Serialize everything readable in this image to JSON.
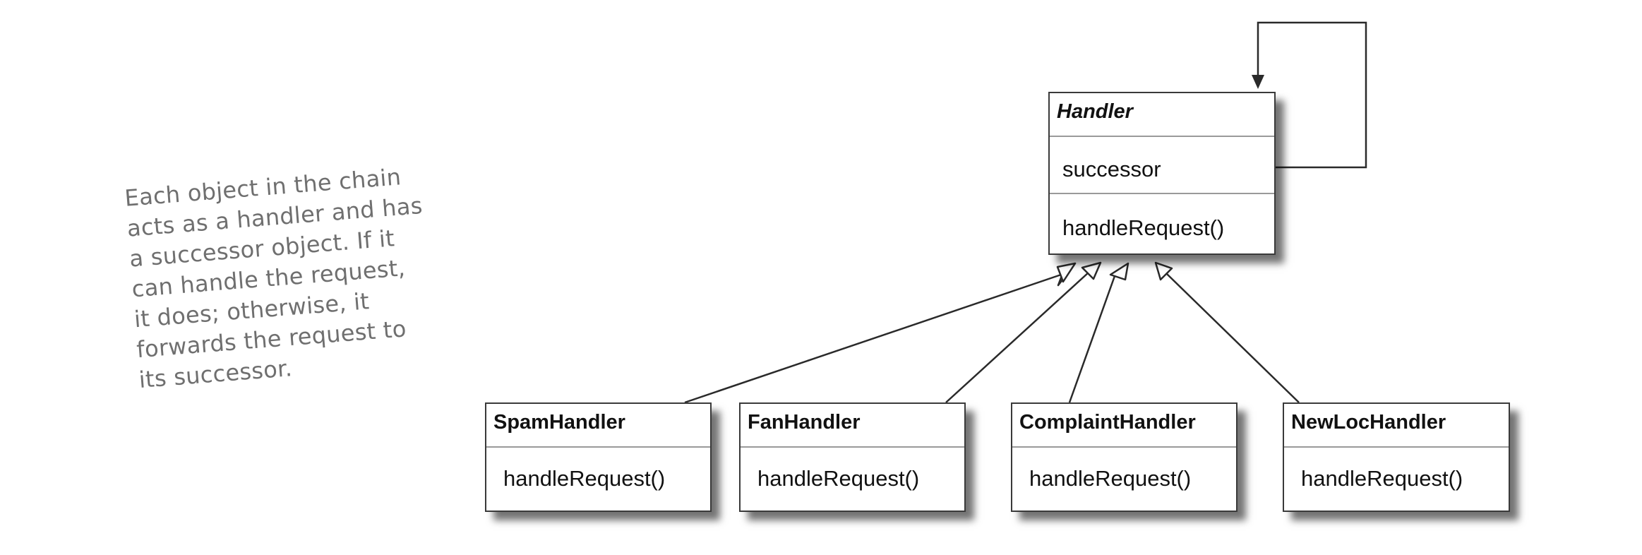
{
  "note": {
    "lines": [
      "Each object in the chain",
      "acts as a handler and has",
      "a successor object. If it",
      "can handle the request,",
      "it does; otherwise, it",
      "forwards the request to",
      "its successor."
    ]
  },
  "handler": {
    "name": "Handler",
    "attribute": "successor",
    "method": "handleRequest()"
  },
  "subclasses": [
    {
      "name": "SpamHandler",
      "method": "handleRequest()"
    },
    {
      "name": "FanHandler",
      "method": "handleRequest()"
    },
    {
      "name": "ComplaintHandler",
      "method": "handleRequest()"
    },
    {
      "name": "NewLocHandler",
      "method": "handleRequest()"
    }
  ]
}
